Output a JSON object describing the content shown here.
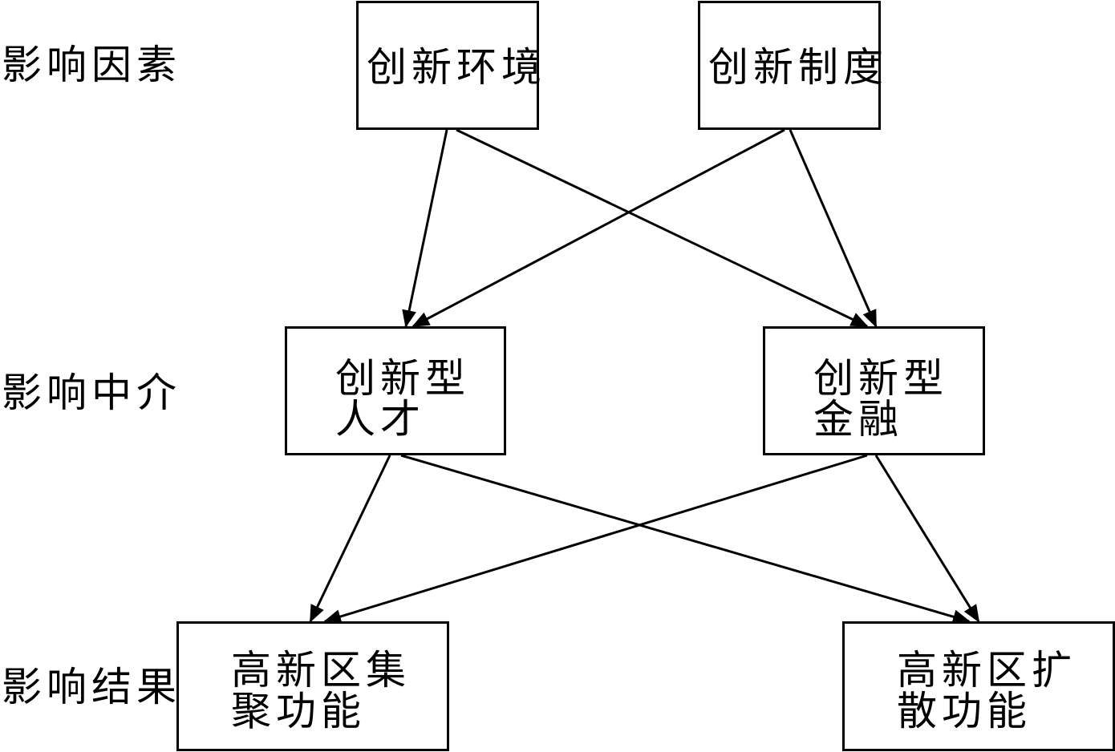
{
  "row_labels": {
    "factors": "影响因素",
    "mediators": "影响中介",
    "results": "影响结果"
  },
  "nodes": {
    "env": {
      "lines": [
        "创新环境"
      ]
    },
    "inst": {
      "lines": [
        "创新制度"
      ]
    },
    "talent": {
      "lines": [
        "创新型",
        "人才"
      ]
    },
    "finance": {
      "lines": [
        "创新型",
        "金融"
      ]
    },
    "cluster": {
      "lines": [
        "高新区集",
        "聚功能"
      ]
    },
    "diffuse": {
      "lines": [
        "高新区扩",
        "散功能"
      ]
    }
  },
  "edges": [
    {
      "from": "env",
      "to": "talent"
    },
    {
      "from": "env",
      "to": "finance"
    },
    {
      "from": "inst",
      "to": "talent"
    },
    {
      "from": "inst",
      "to": "finance"
    },
    {
      "from": "talent",
      "to": "cluster"
    },
    {
      "from": "talent",
      "to": "diffuse"
    },
    {
      "from": "finance",
      "to": "cluster"
    },
    {
      "from": "finance",
      "to": "diffuse"
    }
  ],
  "colors": {
    "stroke": "#000000",
    "background": "#ffffff"
  }
}
